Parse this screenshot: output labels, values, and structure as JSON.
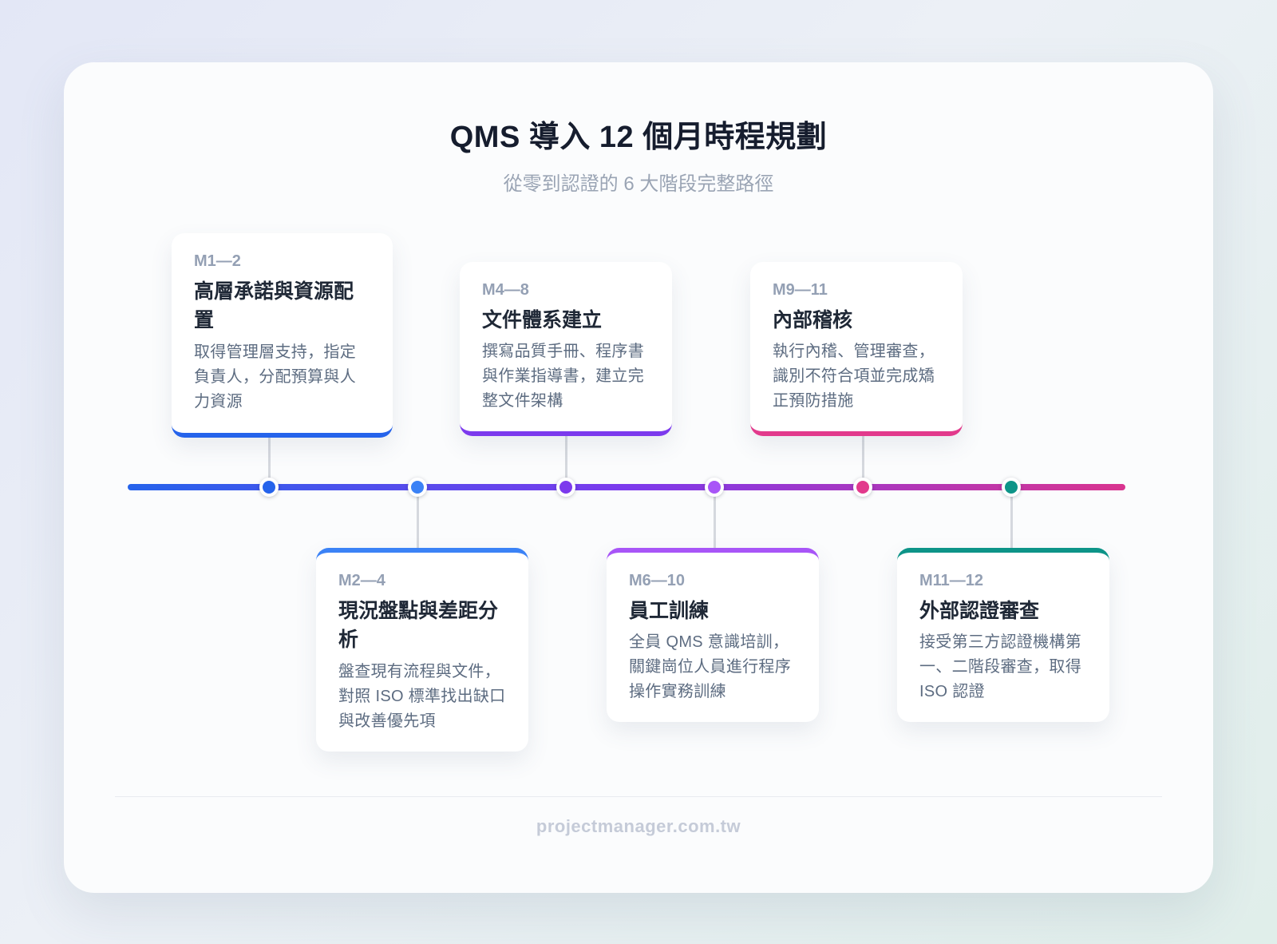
{
  "header": {
    "title": "QMS 導入 12 個月時程規劃",
    "subtitle": "從零到認證的 6 大階段完整路徑"
  },
  "timeline": {
    "line_gradient_colors": [
      "#2563eb",
      "#7c3aed",
      "#d9348f"
    ],
    "connector_color": "#d5d8de",
    "phases": [
      {
        "months": "M1—2",
        "title": "高層承諾與資源配置",
        "description": "取得管理層支持，指定負責人，分配預算與人力資源",
        "color": "#2563eb",
        "position": "top"
      },
      {
        "months": "M2—4",
        "title": "現況盤點與差距分析",
        "description": "盤查現有流程與文件，對照 ISO 標準找出缺口與改善優先項",
        "color": "#3b82f6",
        "position": "bottom"
      },
      {
        "months": "M4—8",
        "title": "文件體系建立",
        "description": "撰寫品質手冊、程序書與作業指導書，建立完整文件架構",
        "color": "#7c3aed",
        "position": "top"
      },
      {
        "months": "M6—10",
        "title": "員工訓練",
        "description": "全員 QMS 意識培訓，關鍵崗位人員進行程序操作實務訓練",
        "color": "#a855f7",
        "position": "bottom"
      },
      {
        "months": "M9—11",
        "title": "內部稽核",
        "description": "執行內稽、管理審查，識別不符合項並完成矯正預防措施",
        "color": "#e23a8c",
        "position": "top"
      },
      {
        "months": "M11—12",
        "title": "外部認證審查",
        "description": "接受第三方認證機構第一、二階段審查，取得 ISO 認證",
        "color": "#0d9488",
        "position": "bottom"
      }
    ]
  },
  "footer": {
    "website": "projectmanager.com.tw"
  }
}
